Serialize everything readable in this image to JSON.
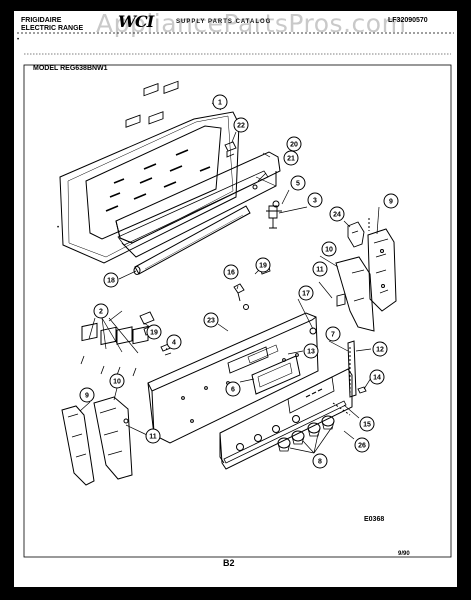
{
  "header": {
    "brand": "FRIGIDAIRE",
    "product": "ELECTRIC RANGE",
    "watermark": "AppliancePartsPros.com",
    "logo": "WCI",
    "catalog_label": "SUPPLY PARTS CATALOG",
    "catalog_number": "LF32090570",
    "model": "MODEL REG638BNW1"
  },
  "callouts": [
    "1",
    "22",
    "20",
    "21",
    "5",
    "3",
    "24",
    "9",
    "10",
    "11",
    "18",
    "16",
    "19",
    "17",
    "2",
    "23",
    "19",
    "4",
    "7",
    "12",
    "13",
    "6",
    "14",
    "15",
    "26",
    "8",
    "9",
    "10",
    "11"
  ],
  "footer": {
    "diagram_code": "E0368",
    "page": "B2",
    "date": "9/90"
  }
}
